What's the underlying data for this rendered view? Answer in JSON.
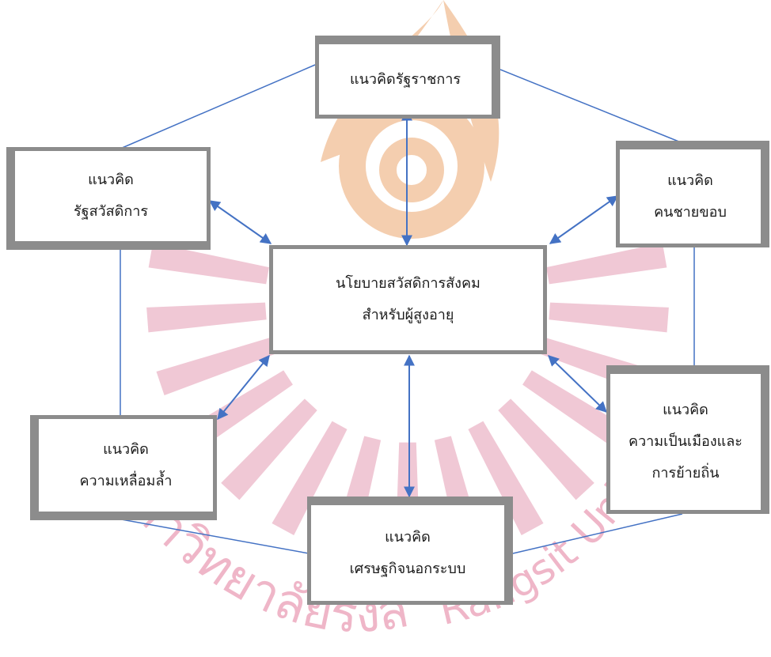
{
  "center": {
    "line1": "นโยบายสวัสดิการสังคม",
    "line2": "สำหรับผู้สูงอายุ"
  },
  "top": {
    "line1": "แนวคิดรัฐราชการ"
  },
  "left_upper": {
    "line1": "แนวคิด",
    "line2": "รัฐสวัสดิการ"
  },
  "right_upper": {
    "line1": "แนวคิด",
    "line2": "คนชายขอบ"
  },
  "left_lower": {
    "line1": "แนวคิด",
    "line2": "ความเหลื่อมล้ำ"
  },
  "right_lower": {
    "line1": "แนวคิด",
    "line2": "ความเป็นเมืองและ",
    "line3": "การย้ายถิ่น"
  },
  "bottom": {
    "line1": "แนวคิด",
    "line2": "เศรษฐกิจนอกระบบ"
  },
  "watermark": {
    "thai_text": "มหาวิทยาลัยรังสิต",
    "english_text": "Rangsit University"
  },
  "colors": {
    "box_border": "#8c8c8c",
    "connector": "#4472c4",
    "watermark": "#e8b7c7"
  }
}
